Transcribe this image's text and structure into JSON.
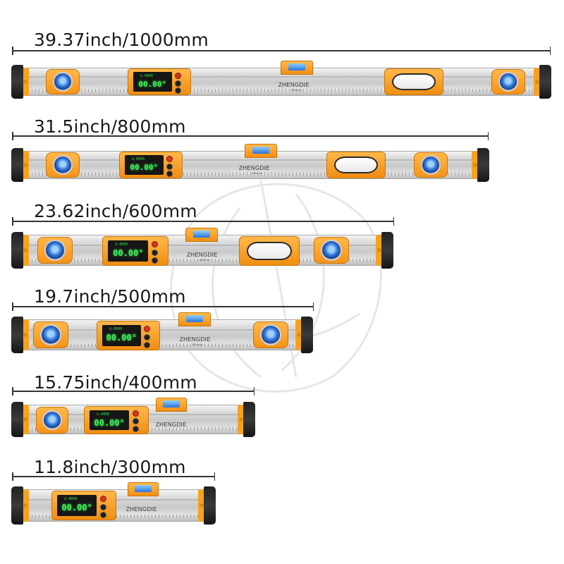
{
  "levels": [
    {
      "label": "39.37inch/1000mm",
      "reading": "00.00°",
      "brand": "ZHENGDIE",
      "brand_sub": "800mm"
    },
    {
      "label": "31.5inch/800mm",
      "reading": "00.00°",
      "brand": "ZHENGDIE",
      "brand_sub": "800mm"
    },
    {
      "label": "23.62inch/600mm",
      "reading": "00.00°",
      "brand": "ZHENGDIE",
      "brand_sub": "800mm"
    },
    {
      "label": "19.7inch/500mm",
      "reading": "00.00°",
      "brand": "ZHENGDIE",
      "brand_sub": "800mm"
    },
    {
      "label": "15.75inch/400mm",
      "reading": "00.00°",
      "brand": "ZHENGDIE",
      "brand_sub": ""
    },
    {
      "label": "11.8inch/300mm",
      "reading": "00.00°",
      "brand": "ZHENGDIE",
      "brand_sub": ""
    }
  ],
  "colors": {
    "accent": "#f5931a",
    "display_text": "#3ff05a",
    "cap": "#222222"
  }
}
